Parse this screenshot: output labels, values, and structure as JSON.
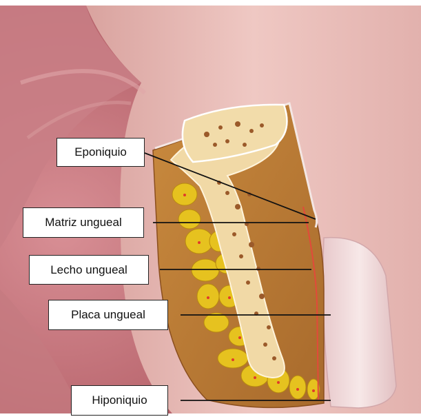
{
  "diagram": {
    "labels": [
      {
        "id": "eponiquio",
        "text": "Eponiquio"
      },
      {
        "id": "matriz",
        "text": "Matriz ungueal"
      },
      {
        "id": "lecho",
        "text": "Lecho ungueal"
      },
      {
        "id": "placa",
        "text": "Placa ungueal"
      },
      {
        "id": "hiponiquio",
        "text": "Hiponiquio"
      }
    ]
  },
  "colors": {
    "skin": "#e7bdb7",
    "skin_dark": "#c98f8a",
    "background_pink": "#b96a71",
    "nail": "#f3dfe0",
    "bone": "#f2dcaa",
    "bone_spots": "#9b5a2a",
    "soft_tissue": "#b77a35",
    "fat": "#e8c21d",
    "label_line": "#111111"
  }
}
